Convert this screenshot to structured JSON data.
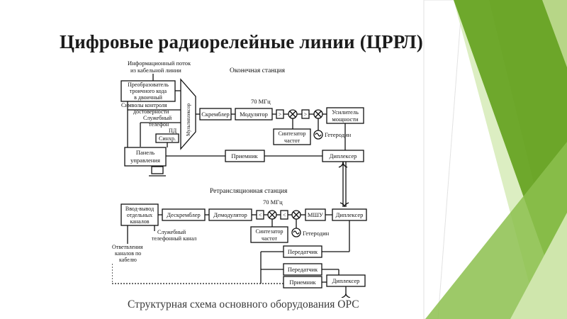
{
  "slide": {
    "title": "Цифровые радиорелейные линии (ЦРРЛ)",
    "caption": "Структурная схема основного оборудования ОРС"
  },
  "colors": {
    "green_dark": "#67a324",
    "green_light": "#b7d687",
    "green_pale": "#dceec2"
  },
  "diagram": {
    "terminal": {
      "heading": "Оконечная станция",
      "info_stream": [
        "Информационный поток",
        "из кабельной линии"
      ],
      "converter": [
        "Преобразователь",
        "троичного кода",
        "в двоичный"
      ],
      "control_symbols": [
        "Символы контроля",
        "достоверности"
      ],
      "service_phone": [
        "Служебный",
        "телефон"
      ],
      "pd": "ПД",
      "sync": "Синхр.",
      "mux": "Мультиплексор",
      "scrambler": "Скремблер",
      "modulator": "Модулятор",
      "freq": "70 МГц",
      "power_amp": [
        "Усилитель",
        "мощности"
      ],
      "synth": [
        "Синтезатор",
        "частот"
      ],
      "heterodyne": "Гетеродин",
      "receiver": "Приемник",
      "diplexer": "Диплексер",
      "panel": [
        "Панель",
        "управления"
      ]
    },
    "relay": {
      "heading": "Ретрансляционная станция",
      "io": [
        "Ввод-вывод",
        "отдельных",
        "каналов"
      ],
      "descrambler": "Дескремблер",
      "demodulator": "Демодулятор",
      "freq": "70 МГц",
      "lna": "МШУ",
      "diplexer": "Диплексер",
      "synth": [
        "Синтезатор",
        "частот"
      ],
      "heterodyne": "Гетеродин",
      "service_channel": [
        "Служебный",
        "телефонный канал"
      ],
      "branches": [
        "Ответвления",
        "каналов по",
        "кабелю"
      ],
      "transmitter1": "Передатчик",
      "transmitter2": "Передатчик",
      "receiver": "Приемник",
      "diplexer2": "Диплексер"
    }
  }
}
